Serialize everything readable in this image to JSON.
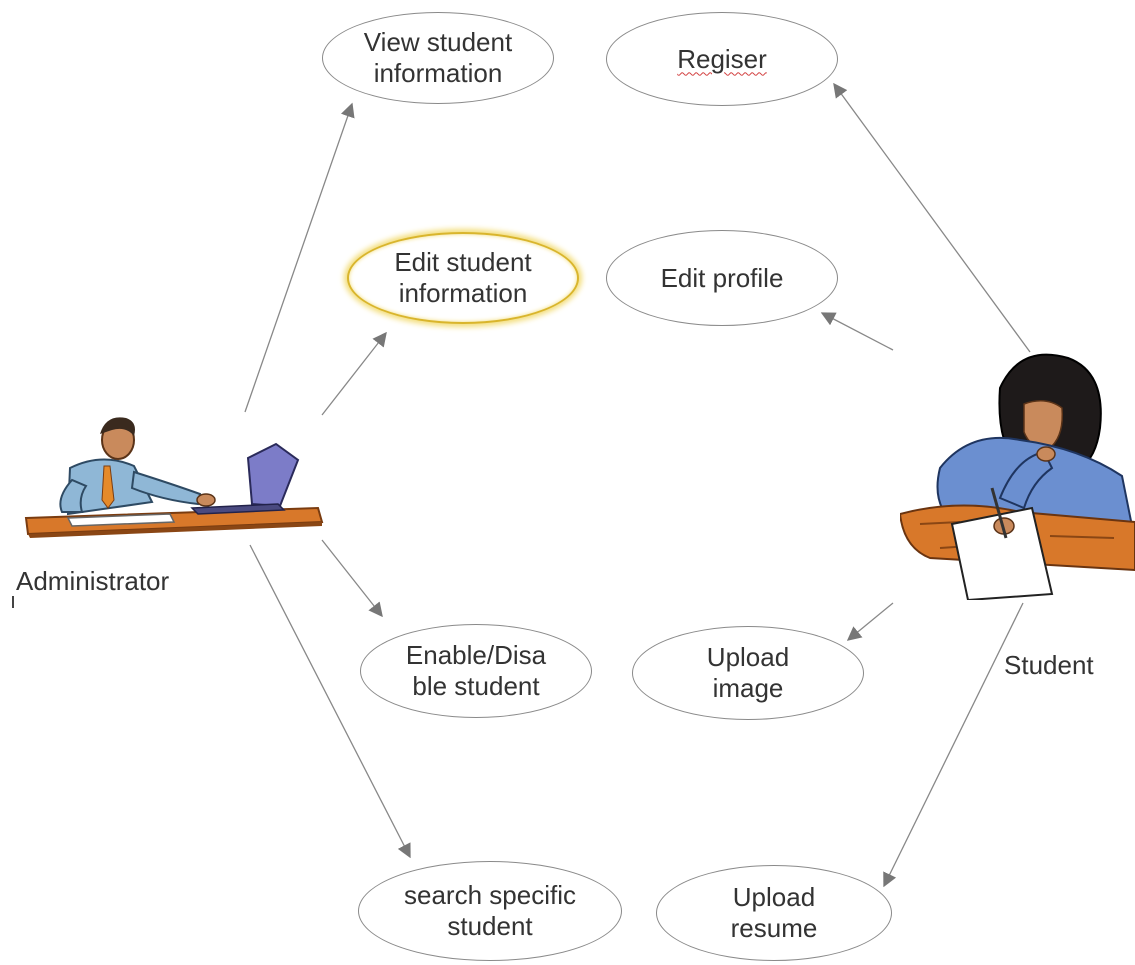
{
  "actors": {
    "administrator": {
      "label": "Administrator"
    },
    "student": {
      "label": "Student"
    }
  },
  "use_cases": {
    "view_student_information": {
      "label": "View student\ninformation"
    },
    "edit_student_information": {
      "label": "Edit student\ninformation"
    },
    "enable_disable_student": {
      "label": "Enable/Disa\nble student"
    },
    "search_specific_student": {
      "label": "search specific\nstudent"
    },
    "register": {
      "label": "Regiser"
    },
    "edit_profile": {
      "label": "Edit profile"
    },
    "upload_image": {
      "label": "Upload\nimage"
    },
    "upload_resume": {
      "label": "Upload\nresume"
    }
  },
  "colors": {
    "line": "#888888",
    "border": "#8a8a8a",
    "highlight": "#f3dd78",
    "text": "#333333"
  }
}
